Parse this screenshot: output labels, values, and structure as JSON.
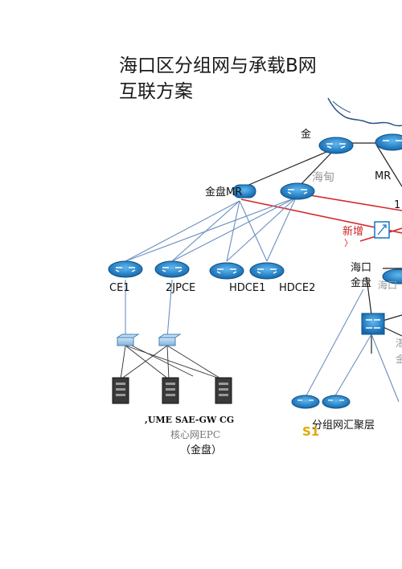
{
  "title": {
    "line1": "海口区分组网与承载B网",
    "line2": "互联方案"
  },
  "labels": {
    "jin_top": "金",
    "haidian": "海甸",
    "mr_right": "MR",
    "jinpan_mr": "金盘MR",
    "num_one": "1",
    "xinzeng": "新增",
    "haikou_jinpan_l1": "海口",
    "haikou_jinpan_l2": "金盘",
    "hai_faint": "海口",
    "ce1": "CE1",
    "jpce2": "2JPCE",
    "hdce1": "HDCE1",
    "hdce2": "HDCE2",
    "side_char1": "湛",
    "side_char2": "金",
    "servers": ",UME SAE-GW CG",
    "core_faint": "核心网EPC",
    "core_location": "（金盘）",
    "group_agg": "分组网汇聚层",
    "s1": "S1"
  },
  "colors": {
    "router": "#1576c0",
    "router_light": "#3fa3e8",
    "link_blue": "#5a7fb2",
    "link_red": "#d42a2a",
    "link_black": "#222222"
  },
  "icons": [
    "router-icon",
    "switch-icon",
    "server-icon",
    "cloud-outline-icon",
    "firewall-icon"
  ]
}
